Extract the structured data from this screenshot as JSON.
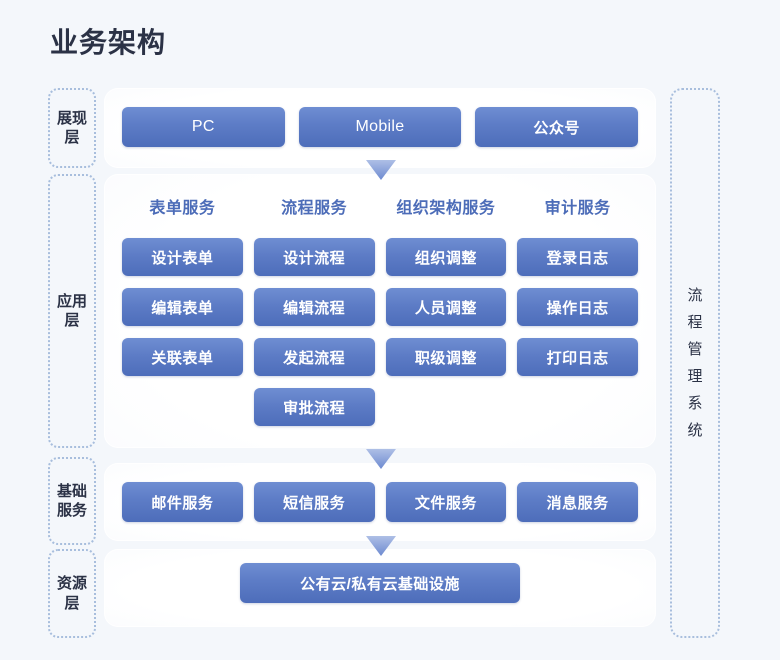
{
  "title": "业务架构",
  "theme": {
    "background": "#f4f7fb",
    "title_color": "#2b3246",
    "button_gradient_top": "#6f8ed2",
    "button_gradient_bottom": "#4d6dba",
    "column_header_color": "#4c6cb8",
    "dashed_border_color": "#a8bedd",
    "arrow_color": "#7f9ad6"
  },
  "side_tag": {
    "label": "流程管理系统"
  },
  "layers": [
    {
      "id": "presentation",
      "tag": "展现层",
      "items": [
        "PC",
        "Mobile",
        "公众号"
      ]
    },
    {
      "id": "application",
      "tag": "应用层",
      "columns": [
        {
          "header": "表单服务",
          "items": [
            "设计表单",
            "编辑表单",
            "关联表单"
          ]
        },
        {
          "header": "流程服务",
          "items": [
            "设计流程",
            "编辑流程",
            "发起流程",
            "审批流程"
          ]
        },
        {
          "header": "组织架构服务",
          "items": [
            "组织调整",
            "人员调整",
            "职级调整"
          ]
        },
        {
          "header": "审计服务",
          "items": [
            "登录日志",
            "操作日志",
            "打印日志"
          ]
        }
      ]
    },
    {
      "id": "basic-services",
      "tag": "基础服务",
      "items": [
        "邮件服务",
        "短信服务",
        "文件服务",
        "消息服务"
      ]
    },
    {
      "id": "resource",
      "tag": "资源层",
      "items": [
        "公有云/私有云基础设施"
      ]
    }
  ],
  "arrows": [
    {
      "name": "arrow-presentation-to-application"
    },
    {
      "name": "arrow-application-to-basic"
    },
    {
      "name": "arrow-basic-to-resource"
    }
  ]
}
